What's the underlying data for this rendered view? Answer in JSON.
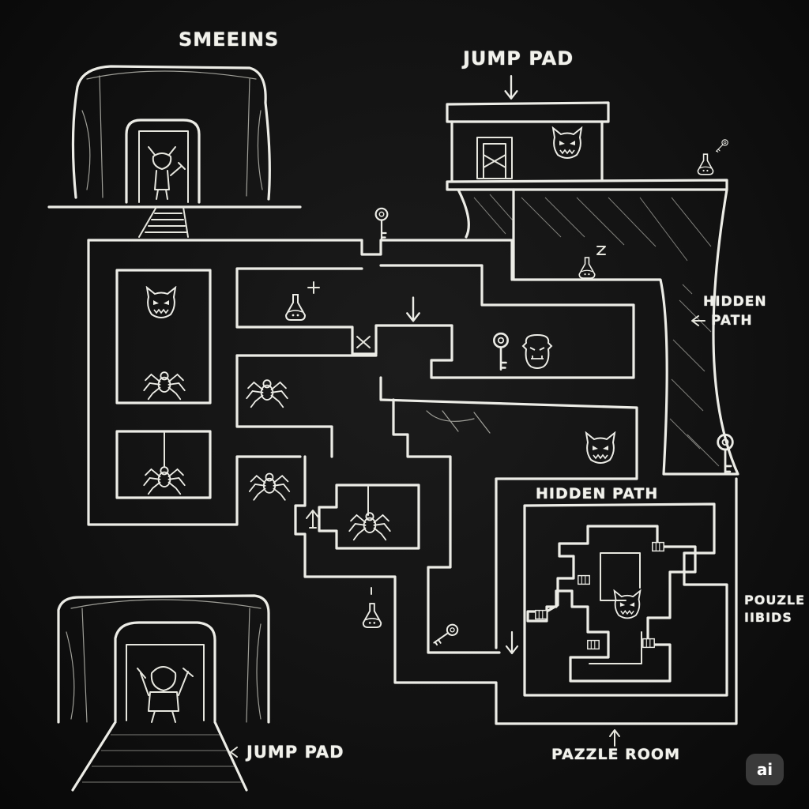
{
  "labels": {
    "top_cave": "SMEEINS",
    "jump_pad_top": "JUMP PAD",
    "hidden_path_right_1": "HIDDEN",
    "hidden_path_right_2": "PATH",
    "hidden_path_center": "HIDDEN PATH",
    "pouzle_1": "POUZLE",
    "pouzle_2": "IIBIDS",
    "jump_pad_bottom": "JUMP PAD",
    "puzzle_room": "PAZZLE ROOM"
  },
  "badge": {
    "text": "ai"
  },
  "icons": {
    "cave_goblin": "goblin-icon",
    "tower_demon": "demon-face-icon",
    "potion": "potion-icon",
    "key": "key-icon",
    "spider": "spider-icon",
    "orc": "orc-face-icon",
    "arrow": "arrow-icon",
    "door": "door-icon"
  },
  "colors": {
    "background": "#121212",
    "chalk": "#ecece6",
    "badge": "#3a3a3a"
  }
}
